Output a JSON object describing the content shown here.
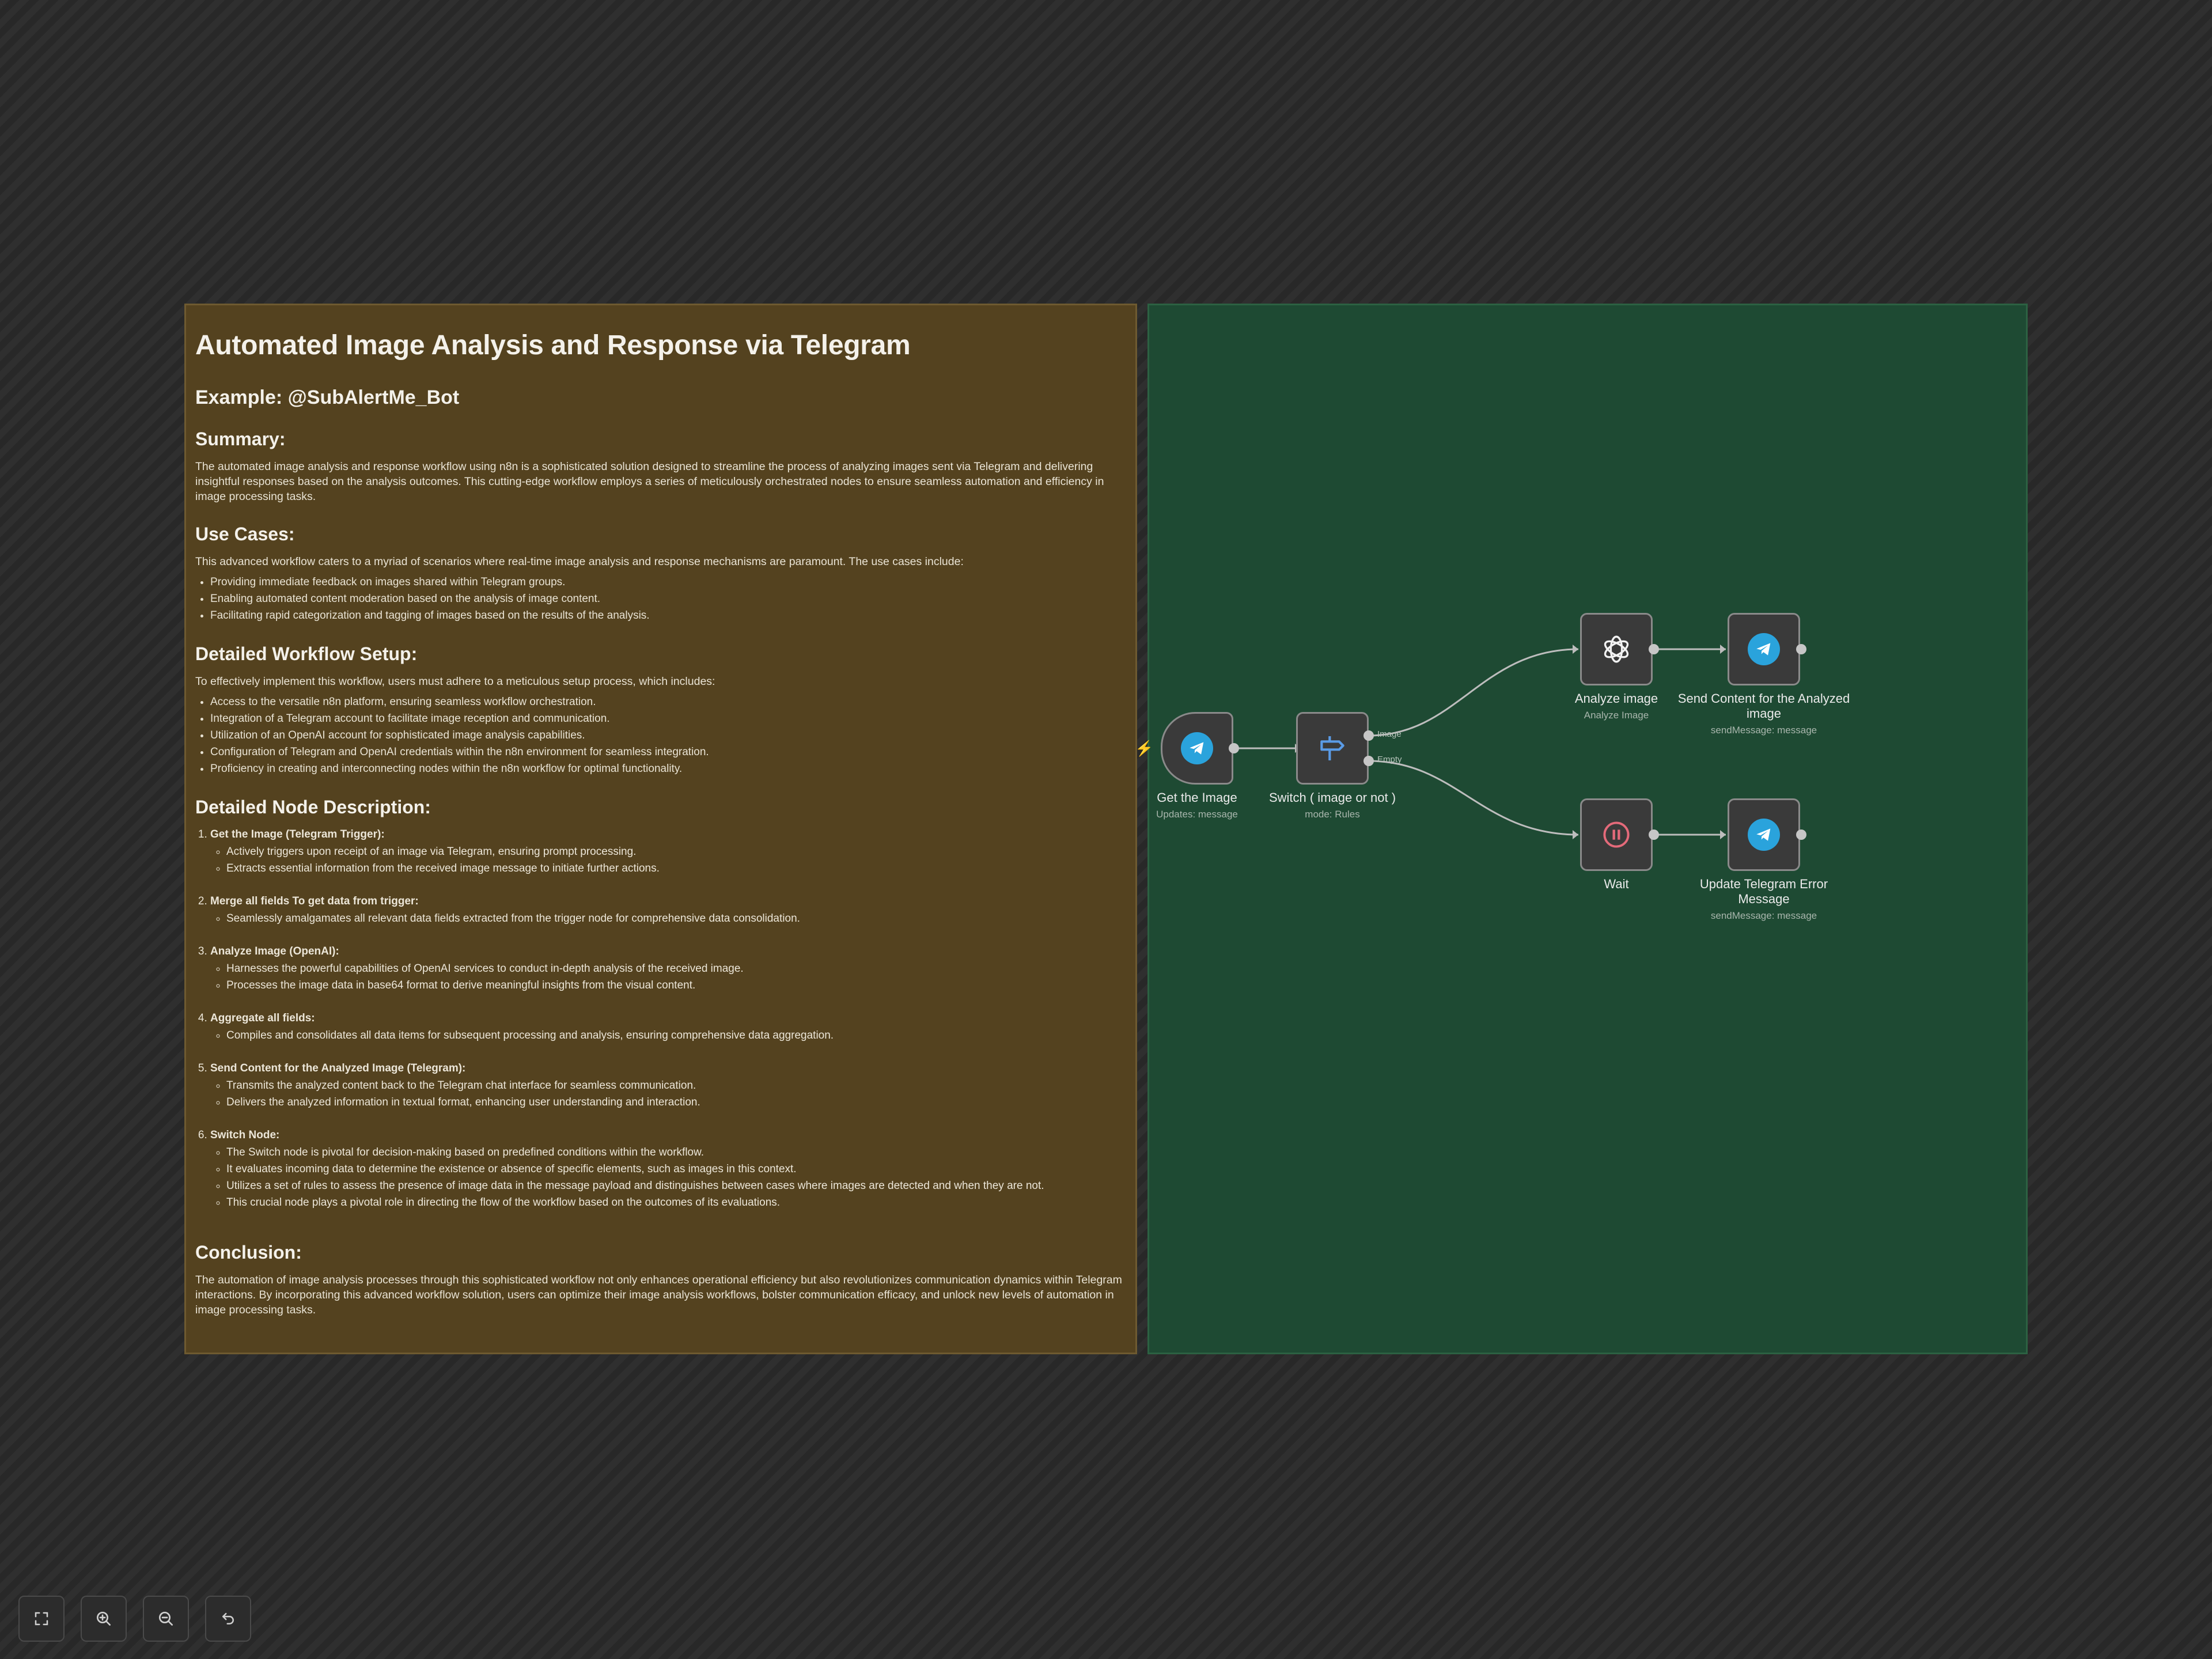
{
  "note": {
    "title": "Automated Image Analysis and Response via Telegram",
    "example": "Example: @SubAlertMe_Bot",
    "summary_heading": "Summary:",
    "summary_text": "The automated image analysis and response workflow using n8n is a sophisticated solution designed to streamline the process of analyzing images sent via Telegram and delivering insightful responses based on the analysis outcomes. This cutting-edge workflow employs a series of meticulously orchestrated nodes to ensure seamless automation and efficiency in image processing tasks.",
    "use_cases_heading": "Use Cases:",
    "use_cases_intro": "This advanced workflow caters to a myriad of scenarios where real-time image analysis and response mechanisms are paramount. The use cases include:",
    "use_cases": [
      "Providing immediate feedback on images shared within Telegram groups.",
      "Enabling automated content moderation based on the analysis of image content.",
      "Facilitating rapid categorization and tagging of images based on the results of the analysis."
    ],
    "setup_heading": "Detailed Workflow Setup:",
    "setup_intro": "To effectively implement this workflow, users must adhere to a meticulous setup process, which includes:",
    "setup_items": [
      "Access to the versatile n8n platform, ensuring seamless workflow orchestration.",
      "Integration of a Telegram account to facilitate image reception and communication.",
      "Utilization of an OpenAI account for sophisticated image analysis capabilities.",
      "Configuration of Telegram and OpenAI credentials within the n8n environment for seamless integration.",
      "Proficiency in creating and interconnecting nodes within the n8n workflow for optimal functionality."
    ],
    "node_desc_heading": "Detailed Node Description:",
    "node_desc": [
      {
        "title": "Get the Image (Telegram Trigger):",
        "items": [
          "Actively triggers upon receipt of an image via Telegram, ensuring prompt processing.",
          "Extracts essential information from the received image message to initiate further actions."
        ]
      },
      {
        "title": "Merge all fields To get data from trigger:",
        "items": [
          "Seamlessly amalgamates all relevant data fields extracted from the trigger node for comprehensive data consolidation."
        ]
      },
      {
        "title": "Analyze Image (OpenAI):",
        "items": [
          "Harnesses the powerful capabilities of OpenAI services to conduct in-depth analysis of the received image.",
          "Processes the image data in base64 format to derive meaningful insights from the visual content."
        ]
      },
      {
        "title": "Aggregate all fields:",
        "items": [
          "Compiles and consolidates all data items for subsequent processing and analysis, ensuring comprehensive data aggregation."
        ]
      },
      {
        "title": "Send Content for the Analyzed Image (Telegram):",
        "items": [
          "Transmits the analyzed content back to the Telegram chat interface for seamless communication.",
          "Delivers the analyzed information in textual format, enhancing user understanding and interaction."
        ]
      },
      {
        "title": "Switch Node:",
        "items": [
          "The Switch node is pivotal for decision-making based on predefined conditions within the workflow.",
          "It evaluates incoming data to determine the existence or absence of specific elements, such as images in this context.",
          "Utilizes a set of rules to assess the presence of image data in the message payload and distinguishes between cases where images are detected and when they are not.",
          "This crucial node plays a pivotal role in directing the flow of the workflow based on the outcomes of its evaluations."
        ]
      }
    ],
    "conclusion_heading": "Conclusion:",
    "conclusion_text": "The automation of image analysis processes through this sophisticated workflow not only enhances operational efficiency but also revolutionizes communication dynamics within Telegram interactions. By incorporating this advanced workflow solution, users can optimize their image analysis workflows, bolster communication efficacy, and unlock new levels of automation in image processing tasks."
  },
  "nodes": {
    "get_image": {
      "title": "Get the Image",
      "subtitle": "Updates: message",
      "icon": "telegram-icon"
    },
    "switch": {
      "title": "Switch ( image or not )",
      "subtitle": "mode: Rules",
      "icon": "signpost-icon",
      "outputs": [
        "Image",
        "Empty"
      ]
    },
    "analyze": {
      "title": "Analyze image",
      "subtitle": "Analyze Image",
      "icon": "openai-icon"
    },
    "send_content": {
      "title": "Send Content for the Analyzed image",
      "subtitle": "sendMessage: message",
      "icon": "telegram-icon"
    },
    "wait": {
      "title": "Wait",
      "subtitle": "",
      "icon": "pause-icon"
    },
    "update_error": {
      "title": "Update Telegram Error Message",
      "subtitle": "sendMessage: message",
      "icon": "telegram-icon"
    }
  },
  "toolbar": [
    "fit-view-icon",
    "zoom-in-icon",
    "zoom-out-icon",
    "reset-zoom-icon"
  ],
  "colors": {
    "note_bg": "#54421f",
    "group_bg": "#1e4a33",
    "telegram": "#2aa3dc",
    "wait": "#e46a7a",
    "switch": "#5a9be6"
  }
}
